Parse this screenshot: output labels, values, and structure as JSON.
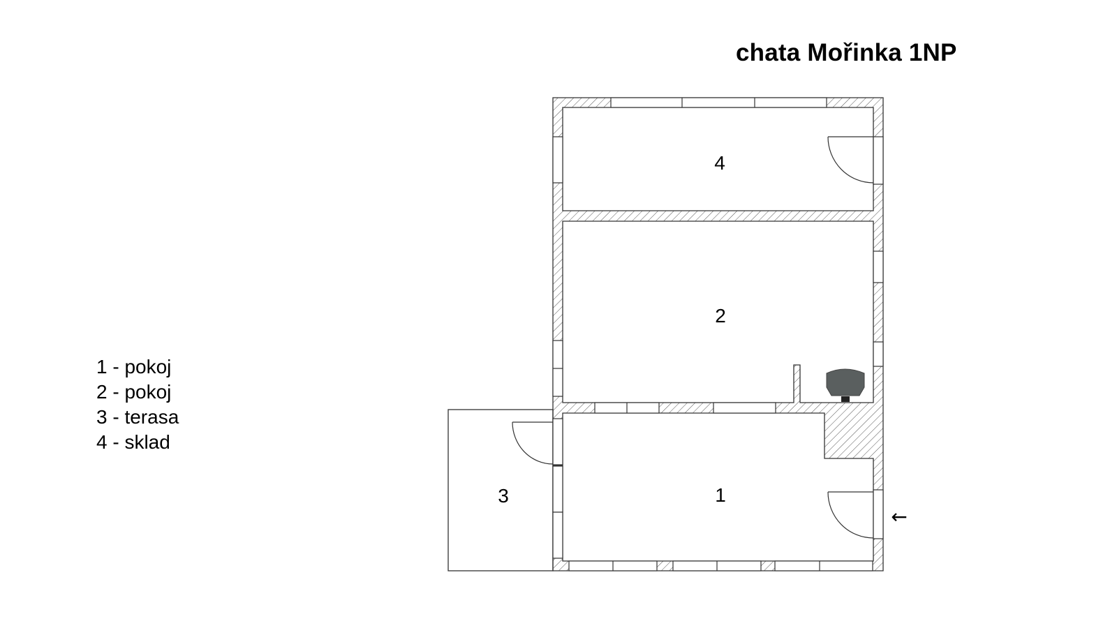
{
  "title": "chata Mořinka 1NP",
  "legend": [
    {
      "number": "1",
      "label": "1 - pokoj"
    },
    {
      "number": "2",
      "label": "2 - pokoj"
    },
    {
      "number": "3",
      "label": "3 - terasa"
    },
    {
      "number": "4",
      "label": "4 - sklad"
    }
  ],
  "rooms": {
    "room1": {
      "number": "1",
      "name": "pokoj"
    },
    "room2": {
      "number": "2",
      "name": "pokoj"
    },
    "room3": {
      "number": "3",
      "name": "terasa"
    },
    "room4": {
      "number": "4",
      "name": "sklad"
    }
  },
  "entrance_arrow": "←",
  "colors": {
    "line": "#333333",
    "hatch": "#555555",
    "stove": "#5a5f5f",
    "background": "#ffffff"
  }
}
